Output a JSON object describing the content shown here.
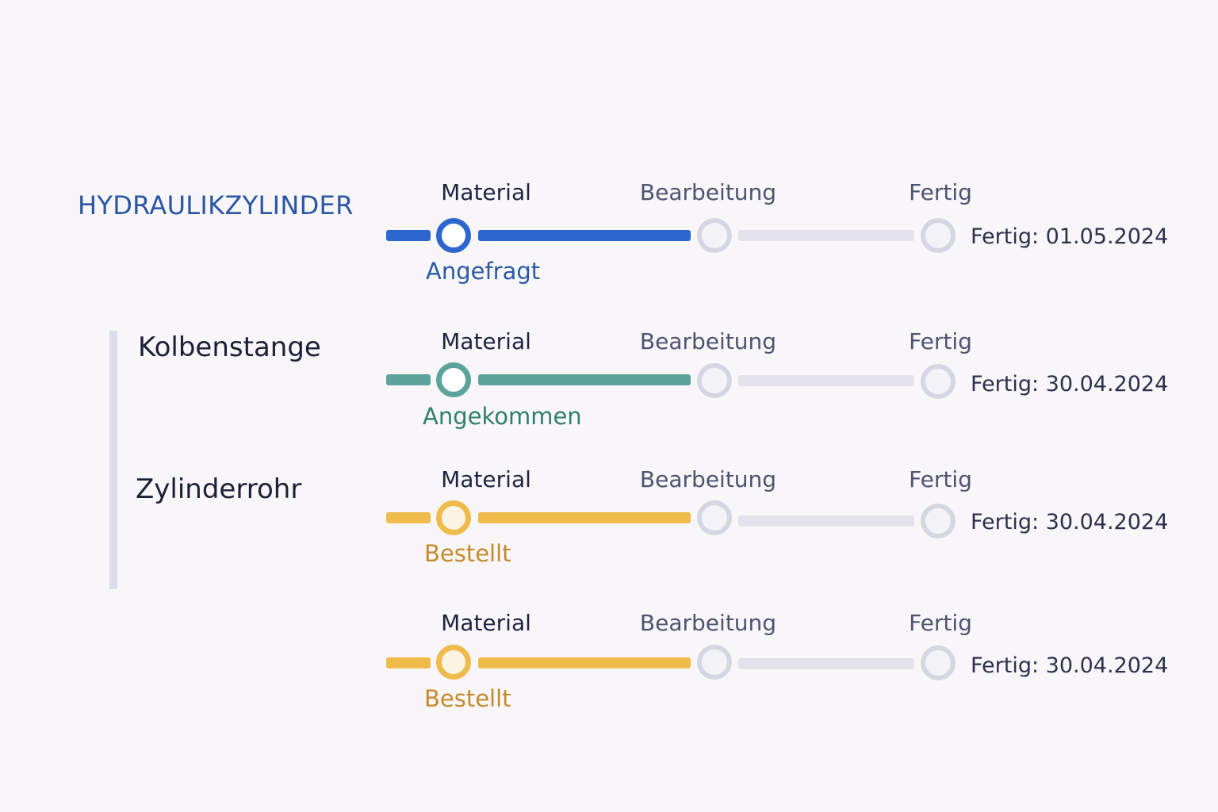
{
  "product": {
    "title": "HYDRAULIKZYLINDER"
  },
  "items": [
    {
      "label": "Kolbenstange"
    },
    {
      "label": "Zylinderrohr"
    }
  ],
  "stages": [
    "Material",
    "Bearbeitung",
    "Fertig"
  ],
  "rows": [
    {
      "status": "Angefragt",
      "due": "Fertig: 01.05.2024",
      "color": "#2e66cf",
      "status_color": "#2a5aa6",
      "node_fill": "#ffffff"
    },
    {
      "status": "Angekommen",
      "due": "Fertig: 30.04.2024",
      "color": "#5ba39b",
      "status_color": "#2f8068",
      "node_fill": "#ffffff"
    },
    {
      "status": "Bestellt",
      "due": "Fertig: 30.04.2024",
      "color": "#efbb4a",
      "status_color": "#c48a2a",
      "node_fill": "#fbf4e3"
    },
    {
      "status": "Bestellt",
      "due": "Fertig: 30.04.2024",
      "color": "#efbb4a",
      "status_color": "#c48a2a",
      "node_fill": "#fbf4e3"
    }
  ]
}
